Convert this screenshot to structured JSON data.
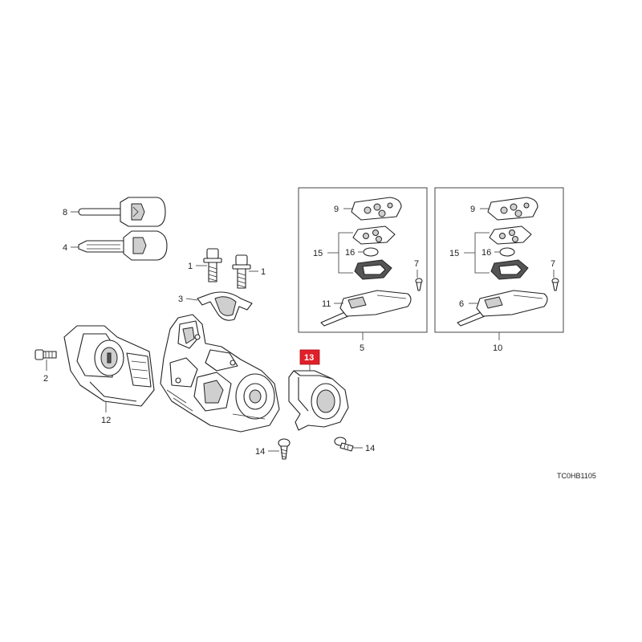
{
  "diagram_code": "TC0HB1105",
  "accent_color": "#e0202a",
  "highlighted_label": "13",
  "callouts": {
    "key_8": "8",
    "key_4": "4",
    "bolt_1_left": "1",
    "bolt_1_right": "1",
    "clamp_3": "3",
    "bolt_2": "2",
    "cylinder_12": "12",
    "screw_14_left": "14",
    "screw_14_right": "14",
    "kit_5": "5",
    "kit_10": "10",
    "kit5_9": "9",
    "kit5_15": "15",
    "kit5_16": "16",
    "kit5_7": "7",
    "kit5_11": "11",
    "kit10_9": "9",
    "kit10_15": "15",
    "kit10_16": "16",
    "kit10_7": "7",
    "kit10_6": "6"
  }
}
